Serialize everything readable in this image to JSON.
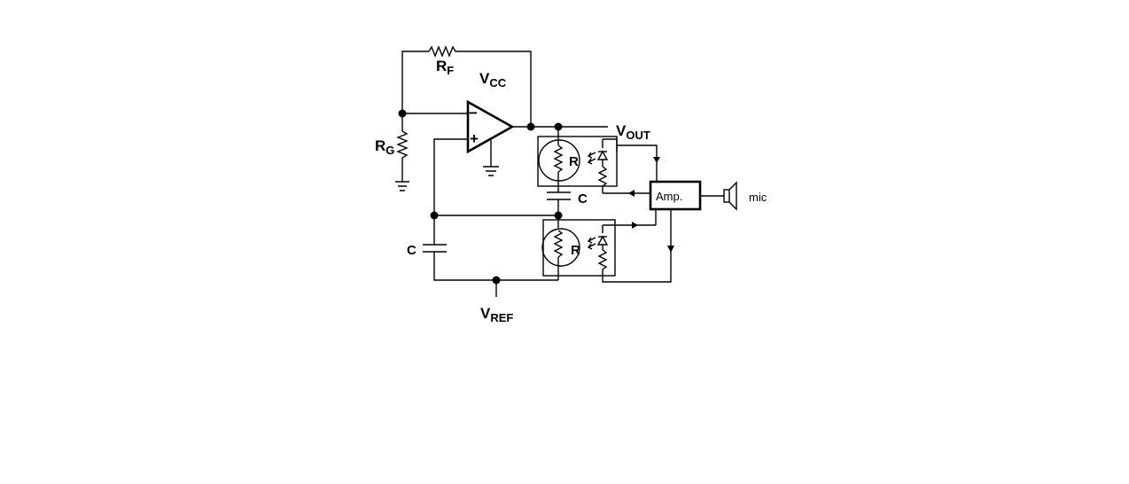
{
  "labels": {
    "rf_main": "R",
    "rf_sub": "F",
    "vcc_main": "V",
    "vcc_sub": "CC",
    "rg_main": "R",
    "rg_sub": "G",
    "vout_main": "V",
    "vout_sub": "OUT",
    "vref_main": "V",
    "vref_sub": "REF",
    "opamp_minus": "−",
    "opamp_plus": "+",
    "r_upper": "R",
    "r_lower": "R",
    "c_upper": "C",
    "c_left": "C",
    "amp": "Amp.",
    "mic": "mic"
  }
}
